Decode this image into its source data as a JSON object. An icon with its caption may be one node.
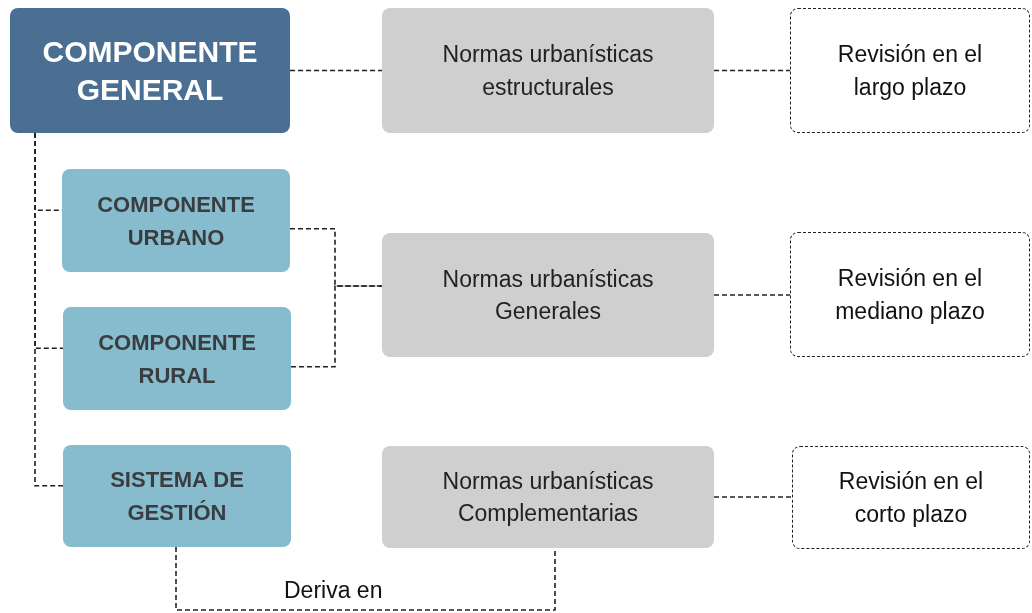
{
  "diagram": {
    "nodes": [
      {
        "text": [
          "COMPONENTE GENERAL"
        ]
      },
      {
        "text": [
          "Normas urbanísticas estructurales"
        ]
      },
      {
        "text": [
          "Revisión en el largo plazo"
        ]
      },
      {
        "text": [
          "COMPONENTE URBANO"
        ]
      },
      {
        "text": [
          "Normas urbanísticas Generales"
        ]
      },
      {
        "text": [
          "Revisión en el mediano plazo"
        ]
      },
      {
        "text": [
          "COMPONENTE RURAL"
        ]
      },
      {
        "text": [
          "SISTEMA DE GESTIÓN"
        ]
      },
      {
        "text": [
          "Normas urbanísticas Complementarias"
        ]
      },
      {
        "text": [
          "Revisión en el corto plazo"
        ]
      }
    ],
    "edges": [
      {
        "from": 0,
        "to": 1,
        "arrow": "none"
      },
      {
        "from": 1,
        "to": 2,
        "arrow": "none"
      },
      {
        "from": 0,
        "to": 3,
        "arrow": "none"
      },
      {
        "from": 0,
        "to": 6,
        "arrow": "none"
      },
      {
        "from": 0,
        "to": 7,
        "arrow": "none"
      },
      {
        "from": 3,
        "to": 4,
        "arrow": "none"
      },
      {
        "from": 6,
        "to": 4,
        "arrow": "none"
      },
      {
        "from": 4,
        "to": 5,
        "arrow": "none"
      },
      {
        "from": 7,
        "to": 8,
        "label": "Deriva en",
        "arrow": "none"
      },
      {
        "from": 8,
        "to": 9,
        "arrow": "none"
      }
    ]
  }
}
